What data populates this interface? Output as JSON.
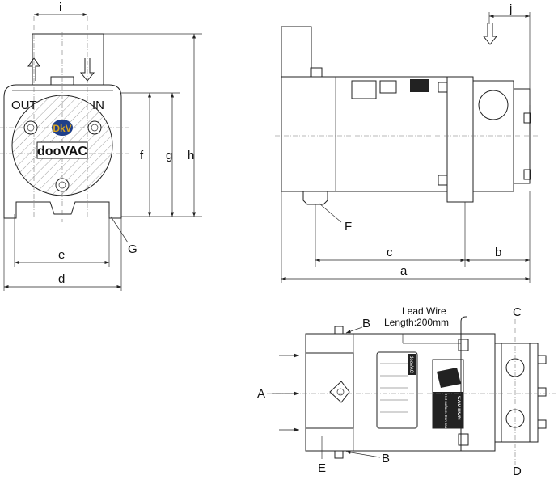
{
  "front_view": {
    "port_out": "OUT",
    "port_in": "IN",
    "logo_badge": "DkV",
    "brand": "dooVAC",
    "dims": {
      "i": "i",
      "h": "h",
      "g": "g",
      "f": "f",
      "e": "e",
      "d": "d"
    },
    "callout_g": "G"
  },
  "side_view": {
    "dims": {
      "j": "j",
      "c": "c",
      "b": "b",
      "a": "a"
    },
    "callout_f": "F"
  },
  "bottom_view": {
    "lead_wire_line1": "Lead Wire",
    "lead_wire_line2": "Length:200mm",
    "nameplate_brand": "dooVAC",
    "caution_title": "CAUTION",
    "caution_text": "Hot surface. Can cause burns.",
    "callouts": {
      "a": "A",
      "b_top": "B",
      "b_bottom": "B",
      "c": "C",
      "d": "D",
      "e": "E"
    }
  },
  "colors": {
    "line": "#222222",
    "logo_blue": "#1f3f8a",
    "logo_gold": "#d9a521"
  }
}
